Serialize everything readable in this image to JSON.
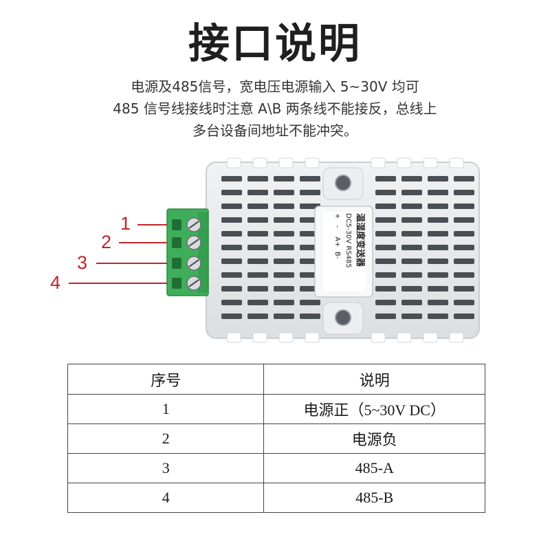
{
  "title": "接口说明",
  "description": [
    "电源及485信号，宽电压电源输入 5~30V 均可",
    "485 信号线接线时注意 A\\B 两条线不能接反，总线上",
    "多台设备间地址不能冲突。"
  ],
  "device": {
    "label_lines": [
      "温湿度变送器",
      "DC5-30V  RS485",
      "+   -    A+  B-"
    ],
    "terminal_color": "#3fae5a",
    "pin_labels": [
      "1",
      "2",
      "3",
      "4"
    ],
    "pin_label_color": "#c0242b"
  },
  "table": {
    "headers": [
      "序号",
      "说明"
    ],
    "rows": [
      [
        "1",
        "电源正（5~30V DC）"
      ],
      [
        "2",
        "电源负"
      ],
      [
        "3",
        "485-A"
      ],
      [
        "4",
        "485-B"
      ]
    ]
  }
}
